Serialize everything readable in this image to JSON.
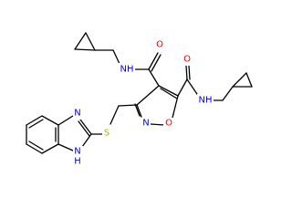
{
  "atom_labels": {
    "nh_amide_top": "NH",
    "o_amide_top": "O",
    "o_amide_right": "O",
    "nh_amide_right": "NH",
    "s_thioether": "S",
    "n_imidazole": "N",
    "nh_imidazole_top": "H",
    "nh_imidazole": "N",
    "n_isoxazole": "N",
    "o_isoxazole": "O"
  },
  "colors": {
    "bond": "#000000",
    "nitrogen": "#0000ff",
    "oxygen": "#ff0000",
    "sulfur": "#b2b200"
  }
}
